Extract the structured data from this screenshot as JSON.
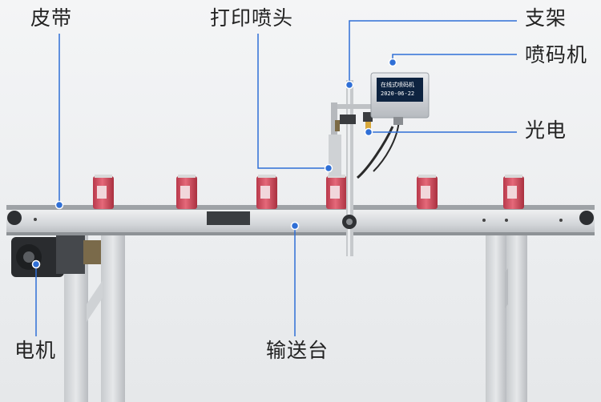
{
  "labels": {
    "belt": "皮带",
    "print_head": "打印喷头",
    "bracket": "支架",
    "inkjet_coder": "喷码机",
    "photoelectric": "光电",
    "motor": "电机",
    "conveyor_table": "输送台"
  },
  "screen": {
    "line1": "在线式喷码机",
    "line2": "2020-06-22"
  },
  "colors": {
    "callout": "#2f6fd6",
    "frame": "#c9ccd0",
    "can": "#d2485c"
  },
  "cans": 6
}
